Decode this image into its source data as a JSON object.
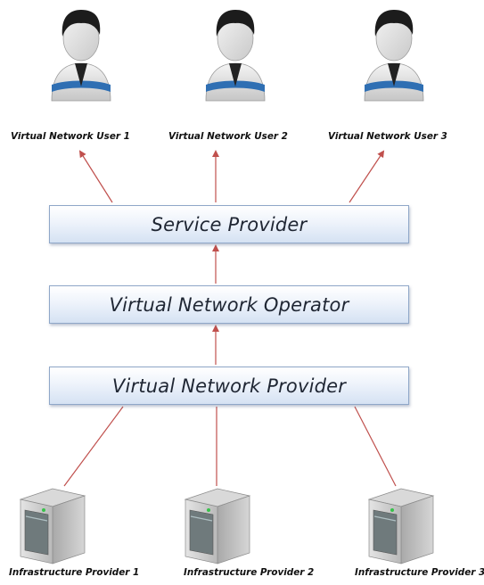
{
  "users": [
    {
      "label": "Virtual Network User 1",
      "icon": "user-icon"
    },
    {
      "label": "Virtual Network User 2",
      "icon": "user-icon"
    },
    {
      "label": "Virtual Network User 3",
      "icon": "user-icon"
    }
  ],
  "layers": {
    "service_provider": "Service Provider",
    "virtual_network_operator": "Virtual Network Operator",
    "virtual_network_provider": "Virtual Network Provider"
  },
  "infrastructure": [
    {
      "label": "Infrastructure Provider 1",
      "icon": "server-icon"
    },
    {
      "label": "Infrastructure Provider 2",
      "icon": "server-icon"
    },
    {
      "label": "Infrastructure Provider 3",
      "icon": "server-icon"
    }
  ],
  "colors": {
    "connector": "#c0504d",
    "box_border": "#8fa7c8",
    "box_fill_top": "#ffffff",
    "box_fill_bottom": "#d5e2f3"
  }
}
